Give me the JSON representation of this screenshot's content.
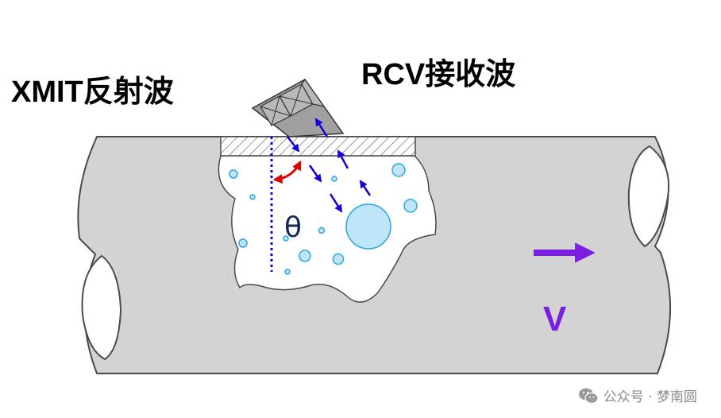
{
  "labels": {
    "xmit": "XMIT反射波",
    "rcv": "RCV接收波",
    "theta": "θ",
    "velocity": "V"
  },
  "watermark": {
    "icon": "wechat-icon",
    "text": "公众号 · 梦南圆"
  },
  "colors": {
    "pipe_fill": "#d3d3d3",
    "pipe_stroke": "#4a4a4a",
    "bubble_fill": "#bfe6f8",
    "bubble_stroke": "#2aa6e0",
    "transmit_arrow": "#1400dc",
    "angle_arrow": "#e00000",
    "flow_arrow": "#7a1ee0",
    "transducer": "#9e9e9e"
  }
}
